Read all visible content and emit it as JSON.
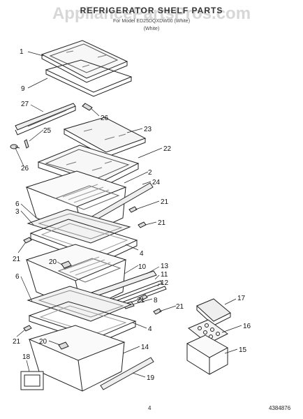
{
  "header": {
    "title": "REFRIGERATOR SHELF PARTS",
    "model_line": "For Model ED25DQXDW00 (White)",
    "subtitle": "(White)"
  },
  "watermark": "AppliancePartsPros.com",
  "footer": {
    "page_number": "4",
    "doc_code": "4384876"
  },
  "callouts": [
    "1",
    "9",
    "27",
    "26",
    "25",
    "26",
    "23",
    "22",
    "2",
    "24",
    "6",
    "3",
    "21",
    "21",
    "21",
    "4",
    "20",
    "10",
    "13",
    "11",
    "12",
    "8",
    "21",
    "21",
    "6",
    "4",
    "21",
    "20",
    "14",
    "18",
    "19",
    "17",
    "16",
    "15"
  ]
}
